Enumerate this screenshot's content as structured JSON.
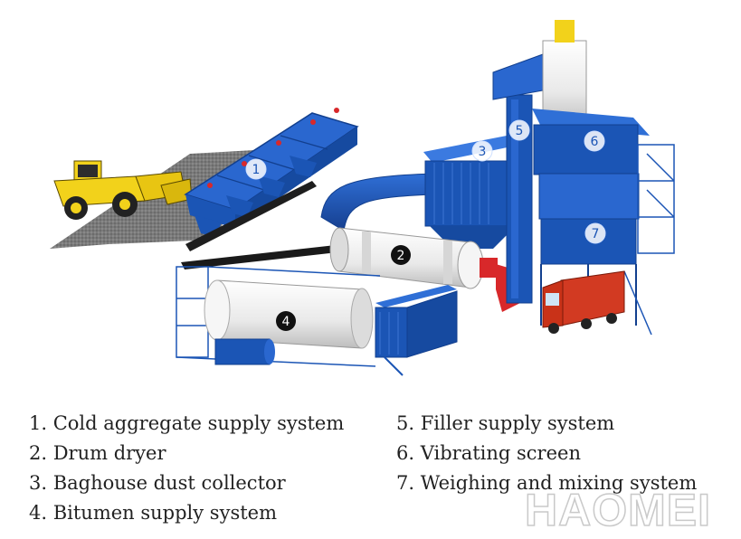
{
  "diagram": {
    "callouts": [
      {
        "id": "1",
        "theme": "light"
      },
      {
        "id": "2",
        "theme": "dark"
      },
      {
        "id": "3",
        "theme": "light"
      },
      {
        "id": "4",
        "theme": "dark"
      },
      {
        "id": "5",
        "theme": "light"
      },
      {
        "id": "6",
        "theme": "light"
      },
      {
        "id": "7",
        "theme": "light"
      }
    ],
    "colors": {
      "structure_blue": "#1b55b5",
      "dark_blue": "#123f8e",
      "tank_white": "#f2f2f2",
      "ground_grey": "#6d6d6d",
      "loader_yellow": "#f2d21b",
      "truck_red": "#d23a22",
      "burner_red": "#d8282a"
    }
  },
  "legend": {
    "left": [
      "1. Cold aggregate supply system",
      "2. Drum dryer",
      "3. Baghouse dust collector",
      "4. Bitumen supply system"
    ],
    "right": [
      "5. Filler supply system",
      "6. Vibrating screen",
      "7. Weighing and mixing system"
    ]
  },
  "brand": {
    "logo_text": "HAOMEI"
  }
}
